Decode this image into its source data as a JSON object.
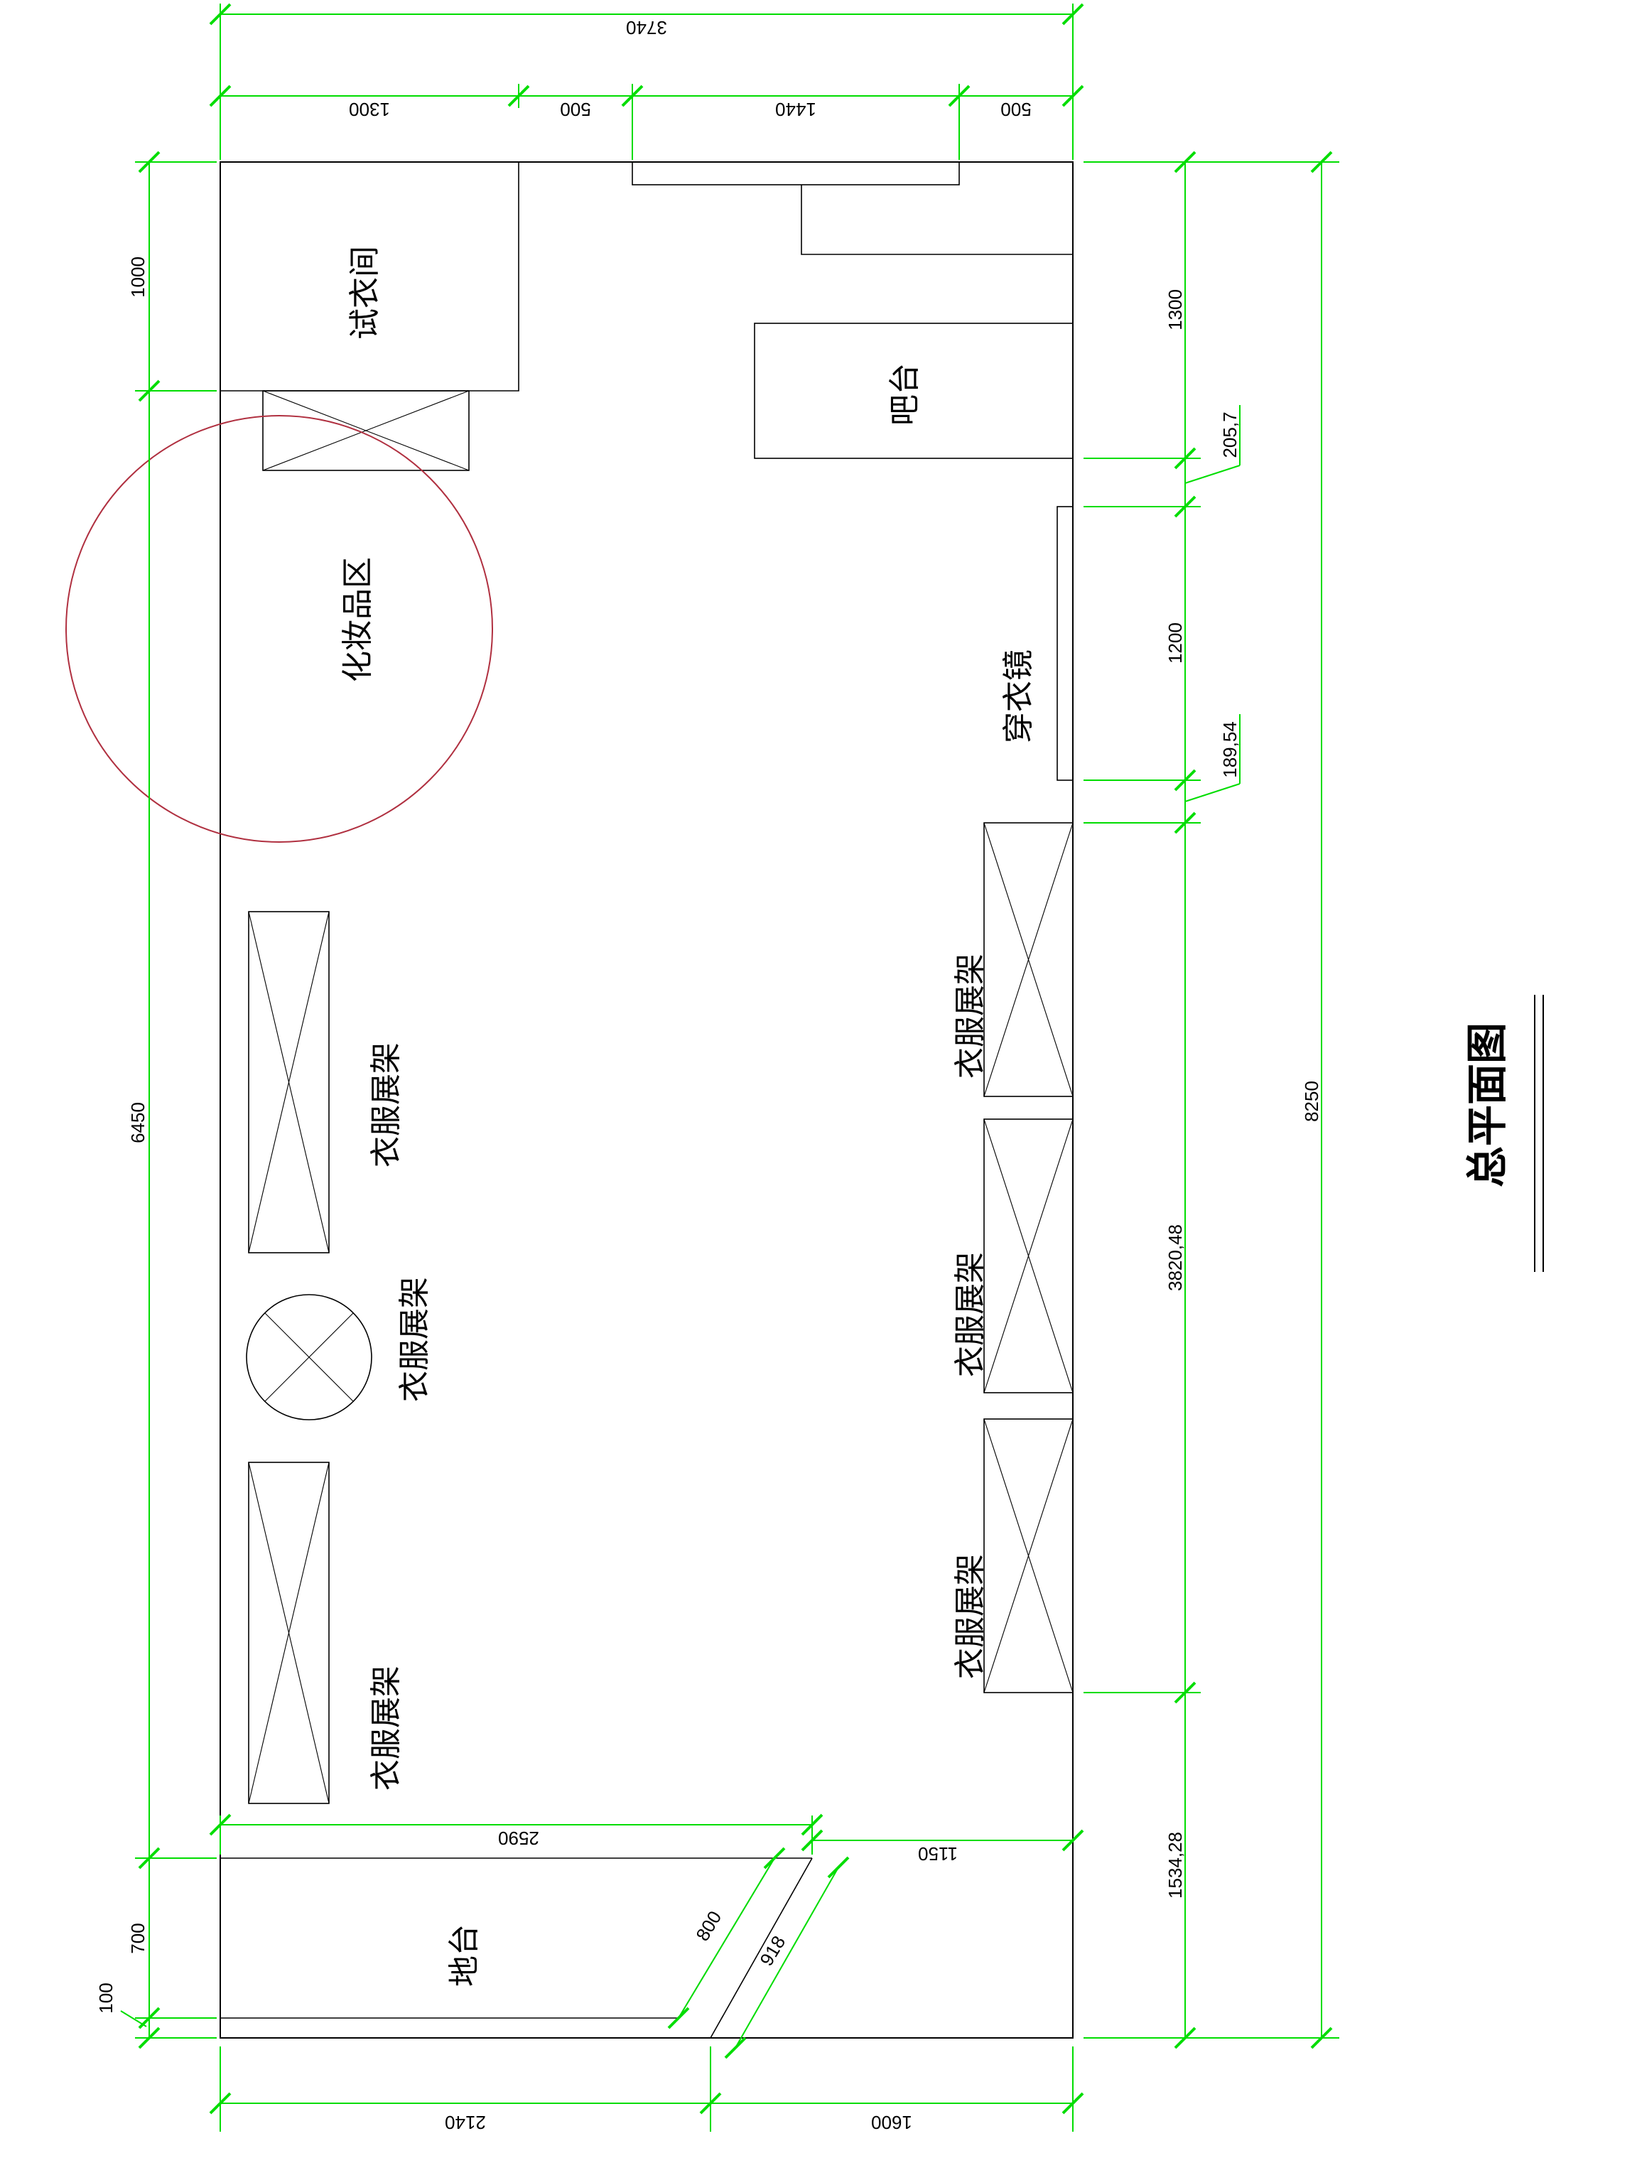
{
  "drawing": {
    "title": "总平面图",
    "labels": {
      "fitting_room": "试衣间",
      "bar": "吧台",
      "cosmetics": "化妆品区",
      "mirror": "穿衣镜",
      "platform": "地台",
      "rack": "衣服展架"
    },
    "dimensions": {
      "top_total": "3740",
      "top_a": "1300",
      "top_b": "500",
      "top_c": "1440",
      "top_d": "500",
      "left_a": "1000",
      "left_b": "6450",
      "left_c": "700",
      "left_d": "100",
      "right_a": "1300",
      "right_b": "205,7",
      "right_c": "1200",
      "right_d": "189,54",
      "right_e": "3820,48",
      "right_f": "1534,28",
      "right_total": "8250",
      "inner_2590": "2590",
      "inner_1150": "1150",
      "diag_800": "800",
      "diag_918": "918",
      "bottom_a": "2140",
      "bottom_b": "1600"
    },
    "colors": {
      "dimension_lines": "#00dd00",
      "walls": "#000000",
      "marker_circle": "#b03040"
    }
  }
}
